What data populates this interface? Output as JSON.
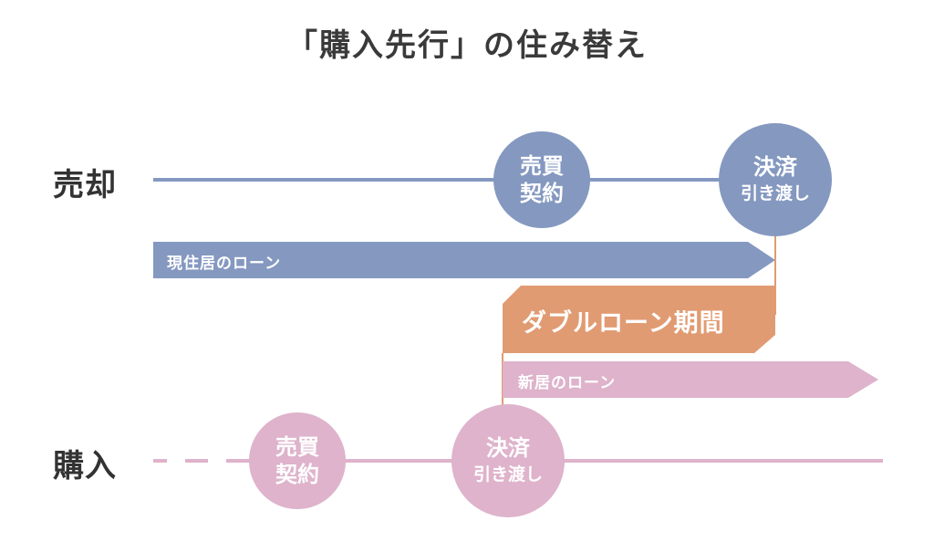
{
  "title": "「購入先行」の住み替え",
  "rows": {
    "sell": {
      "label": "売却"
    },
    "buy": {
      "label": "購入"
    }
  },
  "sell_contract": {
    "line1": "売買",
    "line2": "契約"
  },
  "sell_settlement": {
    "line1": "決済",
    "line2": "引き渡し"
  },
  "buy_contract": {
    "line1": "売買",
    "line2": "契約"
  },
  "buy_settlement": {
    "line1": "決済",
    "line2": "引き渡し"
  },
  "bars": {
    "current_loan": "現住居のローン",
    "double_loan": "ダブルローン期間",
    "new_loan": "新居のローン"
  },
  "colors": {
    "sell": "#8498c0",
    "buy": "#deb3cb",
    "double": "#e19b72",
    "text": "#333333"
  }
}
